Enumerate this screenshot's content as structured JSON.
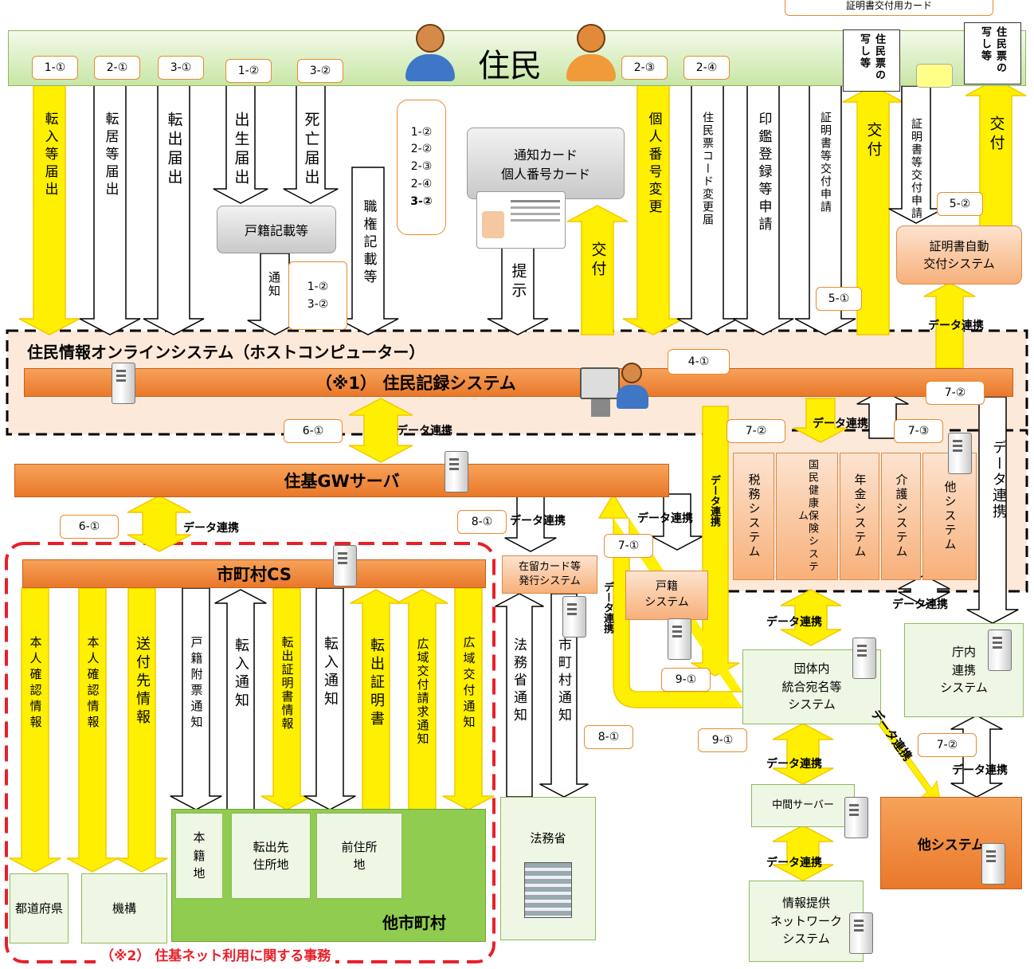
{
  "top": {
    "title": "住民",
    "card_label": "証明書交付用カード",
    "copy_left": [
      "写し等",
      "住民票の"
    ],
    "copy_right": [
      "写し等",
      "住民票の"
    ]
  },
  "callouts": [
    "1-①",
    "2-①",
    "3-①",
    "1-②",
    "3-②",
    "2-③",
    "2-④"
  ],
  "top_arrows": [
    {
      "id": "a1",
      "text": "転入等届出",
      "color": "yellow"
    },
    {
      "id": "a2",
      "text": "転居等届出",
      "color": "white"
    },
    {
      "id": "a3",
      "text": "転出届出",
      "color": "white"
    },
    {
      "id": "a4",
      "text": "出生届出",
      "color": "white"
    },
    {
      "id": "a5",
      "text": "死亡届出",
      "color": "white"
    },
    {
      "id": "a6",
      "text": "職権記載等",
      "color": "white"
    },
    {
      "id": "a7",
      "text": "提示",
      "color": "white"
    },
    {
      "id": "a8",
      "text": "交付",
      "color": "yellow"
    },
    {
      "id": "a9",
      "text": "個人番号変更",
      "color": "yellow"
    },
    {
      "id": "a10",
      "text": "住民票コード変更届",
      "color": "white"
    },
    {
      "id": "a11",
      "text": "印鑑登録等申請",
      "color": "white"
    },
    {
      "id": "a12",
      "text": "証明書等交付申請",
      "color": "white"
    },
    {
      "id": "a13",
      "text": "交付",
      "color": "yellow"
    },
    {
      "id": "a14",
      "text": "証明書等交付申請",
      "color": "white"
    },
    {
      "id": "a15",
      "text": "交付",
      "color": "yellow"
    }
  ],
  "koseki": {
    "label": "戸籍記載等",
    "notify": "通知",
    "callout": [
      "1-②",
      "3-②"
    ]
  },
  "bubble": [
    "1-②",
    "2-②",
    "2-③",
    "2-④",
    "3-②"
  ],
  "card_box": {
    "line1": "通知カード",
    "line2": "個人番号カード"
  },
  "auto_issue": {
    "label": [
      "証明書自動",
      "交付システム"
    ],
    "callout": "5-②",
    "callout2": "5-①"
  },
  "online": {
    "title": "住民情報オンラインシステム（ホストコンピューター）",
    "record": "（※1）  住民記録システム",
    "callout": "4-①"
  },
  "gw": {
    "label": "住基GWサーバ"
  },
  "cs": {
    "label": "市町村CS",
    "footer": "（※2）  住基ネット利用に関する事務"
  },
  "link": "データ連携",
  "link_callouts": {
    "l61a": "6-①",
    "l61b": "6-①",
    "l81a": "8-①",
    "l81b": "8-①",
    "l71": "7-①",
    "l72a": "7-②",
    "l72b": "7-②",
    "l72c": "7-②",
    "l73": "7-③",
    "l91a": "9-①",
    "l91b": "9-①"
  },
  "cs_arrows": [
    {
      "text": "本人確認情報",
      "color": "yellow"
    },
    {
      "text": "本人確認情報",
      "color": "yellow"
    },
    {
      "text": "送付先情報",
      "color": "yellow"
    },
    {
      "text": "戸籍附票通知",
      "color": "white"
    },
    {
      "text": "転入通知",
      "color": "white"
    },
    {
      "text": "転出証明書情報",
      "color": "yellow"
    },
    {
      "text": "転入通知",
      "color": "white"
    },
    {
      "text": "転出証明書",
      "color": "yellow"
    },
    {
      "text": "広域交付請求通知",
      "color": "yellow"
    },
    {
      "text": "広域交付通知",
      "color": "yellow"
    }
  ],
  "destinations": {
    "pref": "都道府県",
    "kikou": "機構",
    "honseki": "本籍地",
    "tenshutsu": [
      "転出先",
      "住所地"
    ],
    "zenjusho": [
      "前住所",
      "地"
    ],
    "other_city": "他市町村"
  },
  "zairyu": {
    "label": [
      "在留カード等",
      "発行システム"
    ],
    "a1": "法務省通知",
    "a2": "市町村通知",
    "ministry": "法務省"
  },
  "koseki_sys": {
    "label": [
      "戸籍",
      "システム"
    ]
  },
  "subsystems": [
    "税務システム",
    "国民健康保険システム",
    "年金システム",
    "介護システム",
    "他システム"
  ],
  "integrated": {
    "label": [
      "団体内",
      "統合宛名等",
      "システム"
    ]
  },
  "chonai": {
    "label": [
      "庁内",
      "連携",
      "システム"
    ]
  },
  "middle": {
    "label": "中間サーバー"
  },
  "other_sys": {
    "label": "他システム"
  },
  "info_net": {
    "label": [
      "情報提供",
      "ネットワーク",
      "システム"
    ]
  }
}
